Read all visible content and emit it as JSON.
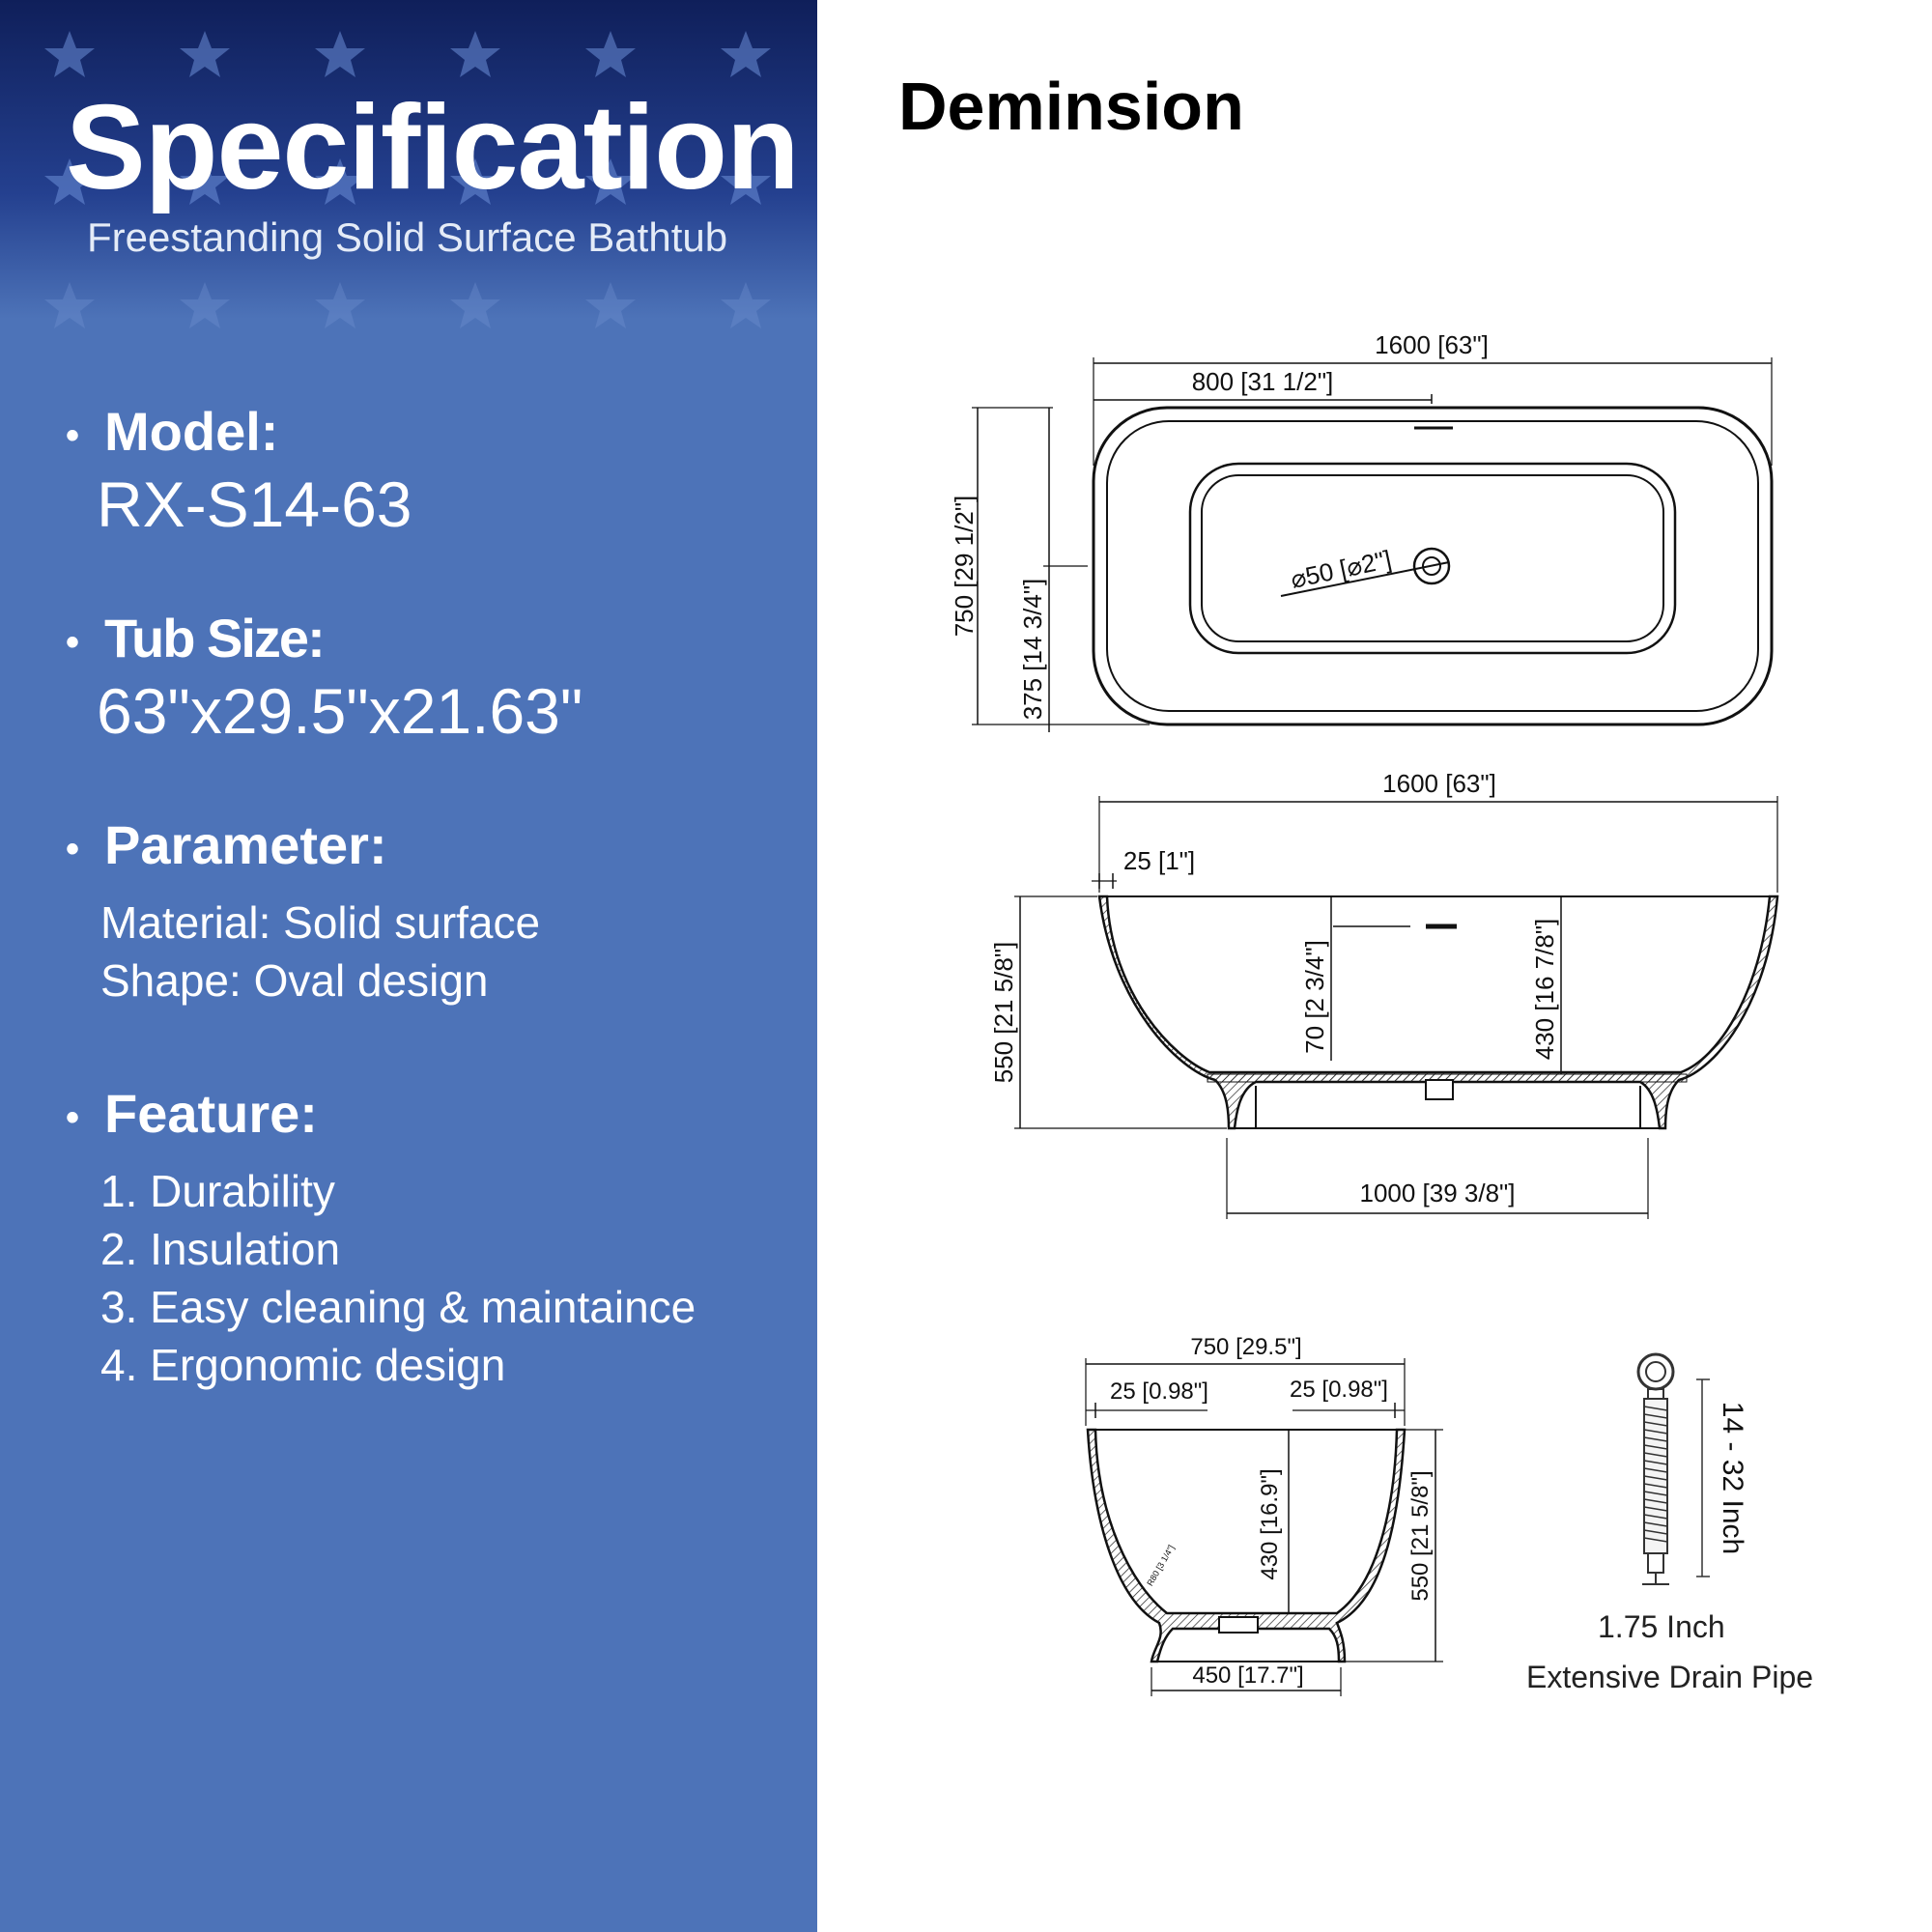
{
  "header": {
    "title": "Specification",
    "subtitle": "Freestanding Solid Surface Bathtub"
  },
  "model": {
    "label": "Model:",
    "value": "RX-S14-63"
  },
  "tub_size": {
    "label": "Tub Size:",
    "value": "63\"x29.5\"x21.63\""
  },
  "parameter": {
    "label": "Parameter:",
    "items": [
      "Material: Solid surface",
      "Shape: Oval design"
    ]
  },
  "feature": {
    "label": "Feature:",
    "items": [
      "1. Durability",
      "2. Insulation",
      "3. Easy cleaning & maintaince",
      "4. Ergonomic design"
    ]
  },
  "dimension_title": "Deminsion",
  "top_view": {
    "length": "1600 [63\"]",
    "half_length": "800 [31 1/2\"]",
    "width": "750 [29 1/2\"]",
    "half_width": "375 [14 3/4\"]",
    "drain_diameter": "⌀50 [⌀2\"]"
  },
  "side_view": {
    "length": "1600 [63\"]",
    "rim": "25 [1\"]",
    "height": "550 [21 5/8\"]",
    "overflow_depth": "70 [2 3/4\"]",
    "inner_depth": "430 [16 7/8\"]",
    "base_length": "1000 [39 3/8\"]"
  },
  "end_view": {
    "width": "750 [29.5\"]",
    "rim_left": "25 [0.98\"]",
    "rim_right": "25 [0.98\"]",
    "inner_depth": "430 [16.9\"]",
    "height": "550 [21 5/8\"]",
    "base_width": "450 [17.7\"]",
    "radius": "R80 [3 1/4\"]"
  },
  "drain_pipe": {
    "length": "14 - 32 Inch",
    "diameter": "1.75 Inch",
    "name": "Extensive Drain Pipe"
  },
  "colors": {
    "panel_top": "#0f1f5a",
    "panel_bottom": "#4d73b8",
    "text": "#ffffff"
  }
}
